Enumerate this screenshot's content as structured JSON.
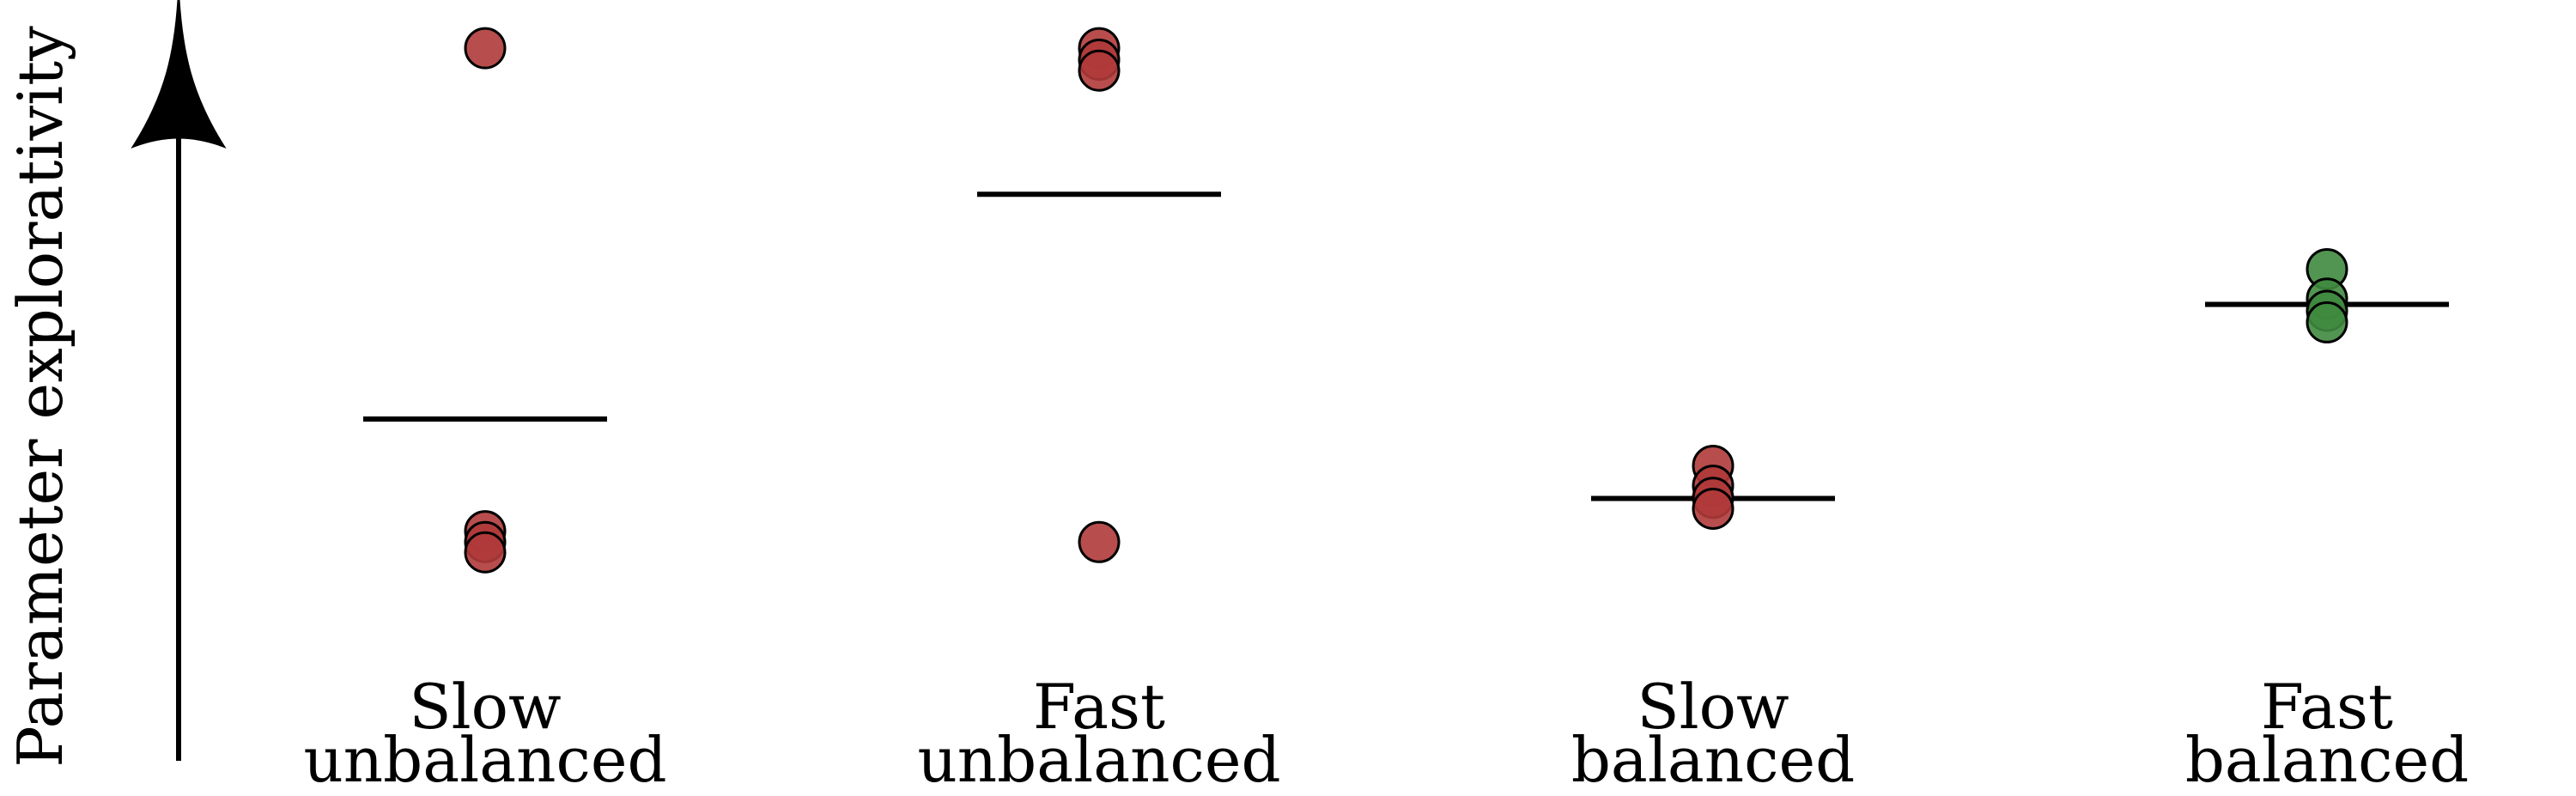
{
  "chart_data": {
    "type": "scatter",
    "ylabel": "Parameter explorativity",
    "ylim": [
      0,
      1
    ],
    "grid": false,
    "legend": "none",
    "categories": [
      {
        "label_lines": [
          "Slow",
          "unbalanced"
        ],
        "mean": 0.386,
        "points": [
          0.965,
          0.211,
          0.194,
          0.178
        ],
        "color": "#b03a3a"
      },
      {
        "label_lines": [
          "Fast",
          "unbalanced"
        ],
        "mean": 0.737,
        "points": [
          0.965,
          0.947,
          0.93,
          0.194
        ],
        "color": "#b03a3a"
      },
      {
        "label_lines": [
          "Slow",
          "balanced"
        ],
        "mean": 0.262,
        "points": [
          0.313,
          0.282,
          0.263,
          0.246
        ],
        "color": "#b03a3a"
      },
      {
        "label_lines": [
          "Fast",
          "balanced"
        ],
        "mean": 0.565,
        "points": [
          0.62,
          0.574,
          0.555,
          0.537
        ],
        "color": "#3f8a3f"
      }
    ],
    "colors": {
      "unsuccessful": "#b03a3a",
      "successful": "#3f8a3f",
      "mean_line": "#000000"
    }
  }
}
